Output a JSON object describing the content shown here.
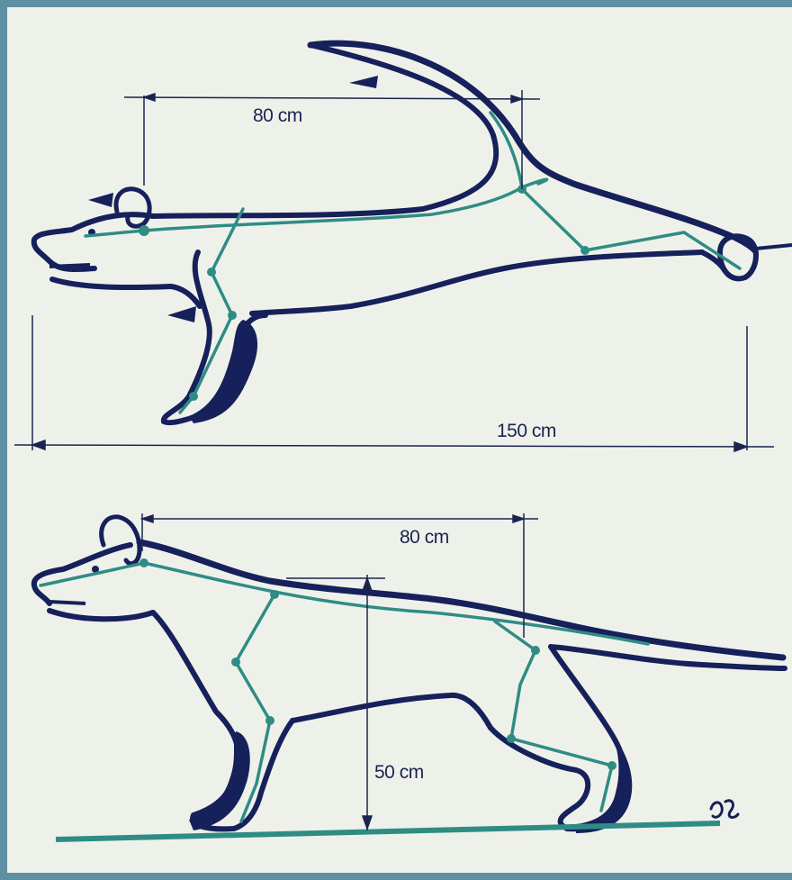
{
  "labels": {
    "top_body_length": "80 cm",
    "top_total_length": "150 cm",
    "bottom_body_length": "80 cm",
    "bottom_height": "50 cm",
    "signature": "JC"
  },
  "colors": {
    "outline": "#16205a",
    "skeleton": "#2f8c85",
    "paper": "#eef1ea",
    "frame": "#5f8fa3",
    "dimension": "#1b2450"
  }
}
